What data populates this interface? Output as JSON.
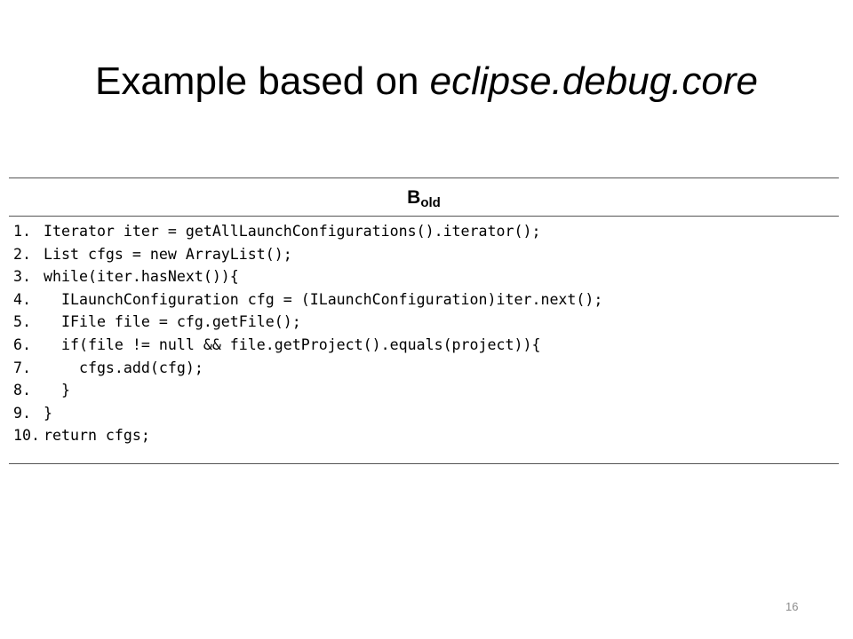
{
  "slide": {
    "title_prefix": "Example based on ",
    "title_italic": "eclipse.debug.core",
    "page_number": "16"
  },
  "table": {
    "header_main": "B",
    "header_sub": "old",
    "lines": [
      {
        "no": "1.",
        "text": "Iterator iter = getAllLaunchConfigurations().iterator();"
      },
      {
        "no": "2.",
        "text": "List cfgs = new ArrayList();"
      },
      {
        "no": "3.",
        "text": "while(iter.hasNext()){"
      },
      {
        "no": "4.",
        "text": "  ILaunchConfiguration cfg = (ILaunchConfiguration)iter.next();"
      },
      {
        "no": "5.",
        "text": "  IFile file = cfg.getFile();"
      },
      {
        "no": "6.",
        "text": "  if(file != null && file.getProject().equals(project)){"
      },
      {
        "no": "7.",
        "text": "    cfgs.add(cfg);"
      },
      {
        "no": "8.",
        "text": "  }"
      },
      {
        "no": "9.",
        "text": "}"
      },
      {
        "no": "10.",
        "text": "return cfgs;"
      }
    ]
  }
}
